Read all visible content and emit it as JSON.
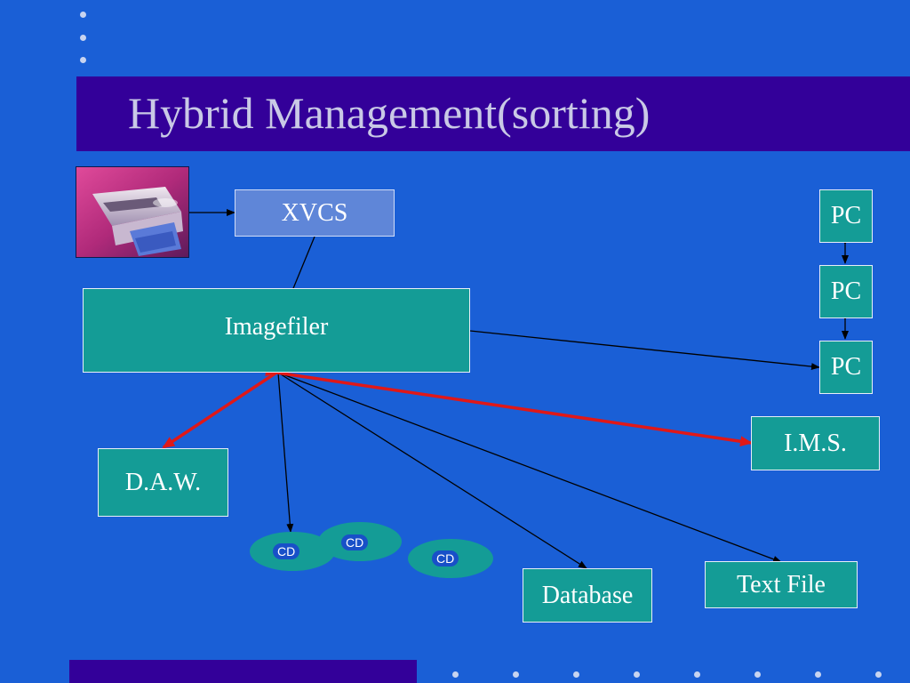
{
  "slide": {
    "title": "Hybrid Management(sorting)"
  },
  "nodes": {
    "xvcs": "XVCS",
    "imagefiler": "Imagefiler",
    "pc_1": "PC",
    "pc_2": "PC",
    "pc_3": "PC",
    "ims": "I.M.S.",
    "daw": "D.A.W.",
    "cd_1": "CD",
    "cd_2": "CD",
    "cd_3": "CD",
    "database": "Database",
    "text_file": "Text File"
  },
  "colors": {
    "background": "#1a5fd6",
    "title_band": "#330099",
    "box_fill": "#149c96",
    "xvcs_fill": "#5f86d8",
    "highlight_arrow": "#e01818"
  }
}
